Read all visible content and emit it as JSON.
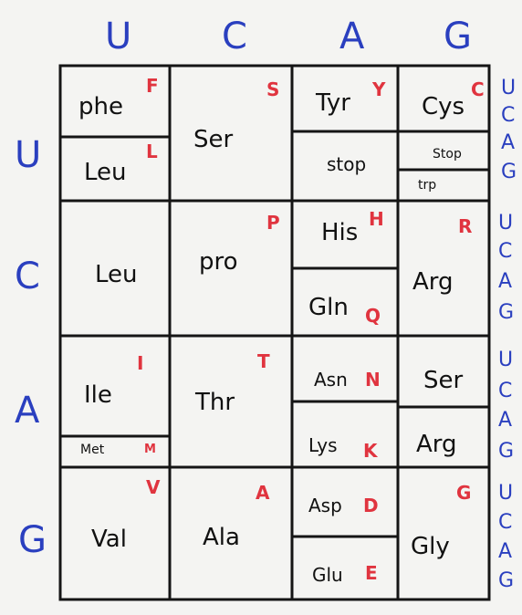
{
  "header": {
    "top_bases": [
      "U",
      "C",
      "A",
      "G"
    ],
    "left_bases": [
      "U",
      "C",
      "A",
      "G"
    ],
    "third_bases": [
      "U",
      "C",
      "A",
      "G",
      "U",
      "C",
      "A",
      "G",
      "U",
      "C",
      "A",
      "G",
      "U",
      "C",
      "A",
      "G"
    ]
  },
  "cells": {
    "uu_phe": {
      "aa": "phe",
      "code": "F"
    },
    "uu_leu": {
      "aa": "Leu",
      "code": "L"
    },
    "uc_ser": {
      "aa": "Ser",
      "code": "S"
    },
    "ua_tyr": {
      "aa": "Tyr",
      "code": "Y"
    },
    "ua_stop": {
      "aa": "stop"
    },
    "ug_cys": {
      "aa": "Cys",
      "code": "C"
    },
    "ug_stop": {
      "aa": "Stop"
    },
    "ug_trp": {
      "aa": "trp"
    },
    "cu_leu": {
      "aa": "Leu"
    },
    "cc_pro": {
      "aa": "pro",
      "code": "P"
    },
    "ca_his": {
      "aa": "His",
      "code": "H"
    },
    "ca_gln": {
      "aa": "Gln",
      "code": "Q"
    },
    "cg_arg": {
      "aa": "Arg",
      "code": "R"
    },
    "au_ile": {
      "aa": "Ile",
      "code": "I"
    },
    "au_met": {
      "aa": "Met",
      "code": "M"
    },
    "ac_thr": {
      "aa": "Thr",
      "code": "T"
    },
    "aa_asn": {
      "aa": "Asn",
      "code": "N"
    },
    "aa_lys": {
      "aa": "Lys",
      "code": "K"
    },
    "ag_ser": {
      "aa": "Ser"
    },
    "ag_arg": {
      "aa": "Arg"
    },
    "gu_val": {
      "aa": "Val",
      "code": "V"
    },
    "gc_ala": {
      "aa": "Ala",
      "code": "A"
    },
    "ga_asp": {
      "aa": "Asp",
      "code": "D"
    },
    "ga_glu": {
      "aa": "Glu",
      "code": "E"
    },
    "gg_gly": {
      "aa": "Gly",
      "code": "G"
    }
  }
}
